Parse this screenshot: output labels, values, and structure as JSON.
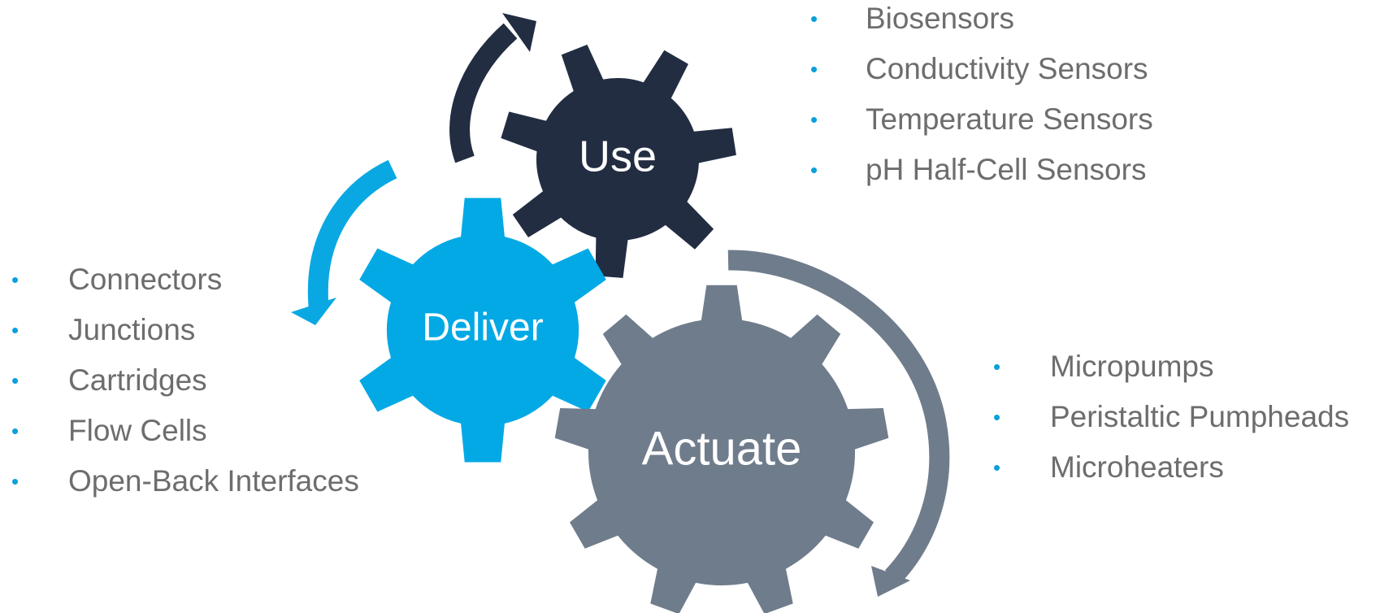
{
  "colors": {
    "use_gear": "#222d42",
    "deliver_gear": "#03a9e5",
    "actuate_gear": "#6f7c8c",
    "bullet": "#0aa0db",
    "list_text": "#6d6d6d",
    "gear_text": "#ffffff"
  },
  "gears": {
    "use": {
      "label": "Use"
    },
    "deliver": {
      "label": "Deliver"
    },
    "actuate": {
      "label": "Actuate"
    }
  },
  "lists": {
    "use": [
      "Biosensors",
      "Conductivity Sensors",
      "Temperature Sensors",
      "pH Half-Cell Sensors"
    ],
    "deliver": [
      "Connectors",
      "Junctions",
      "Cartridges",
      "Flow Cells",
      "Open-Back Interfaces"
    ],
    "actuate": [
      "Micropumps",
      "Peristaltic Pumpheads",
      "Microheaters"
    ]
  },
  "icons": {
    "bullet": "bullet-dot-icon",
    "arrows": [
      "curved-arrow-icon"
    ]
  }
}
